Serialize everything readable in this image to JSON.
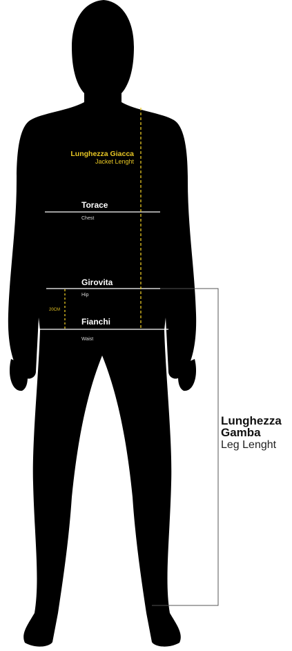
{
  "colors": {
    "silhouette": "#000000",
    "measure_line": "#ffffff",
    "accent": "#e8c724",
    "external_text": "#111111",
    "background": "#ffffff"
  },
  "labels": {
    "jacket_length": {
      "main": "Lunghezza Giacca",
      "sub": "Jacket Lenght"
    },
    "chest": {
      "main": "Torace",
      "sub": "Chest"
    },
    "waist": {
      "main": "Girovita",
      "sub": "Hip"
    },
    "hips": {
      "main": "Fianchi",
      "sub": "Waist"
    },
    "offset": {
      "text": "20CM"
    },
    "leg_length": {
      "main_line1": "Lunghezza",
      "main_line2": "Gamba",
      "sub": "Leg Lenght"
    }
  }
}
